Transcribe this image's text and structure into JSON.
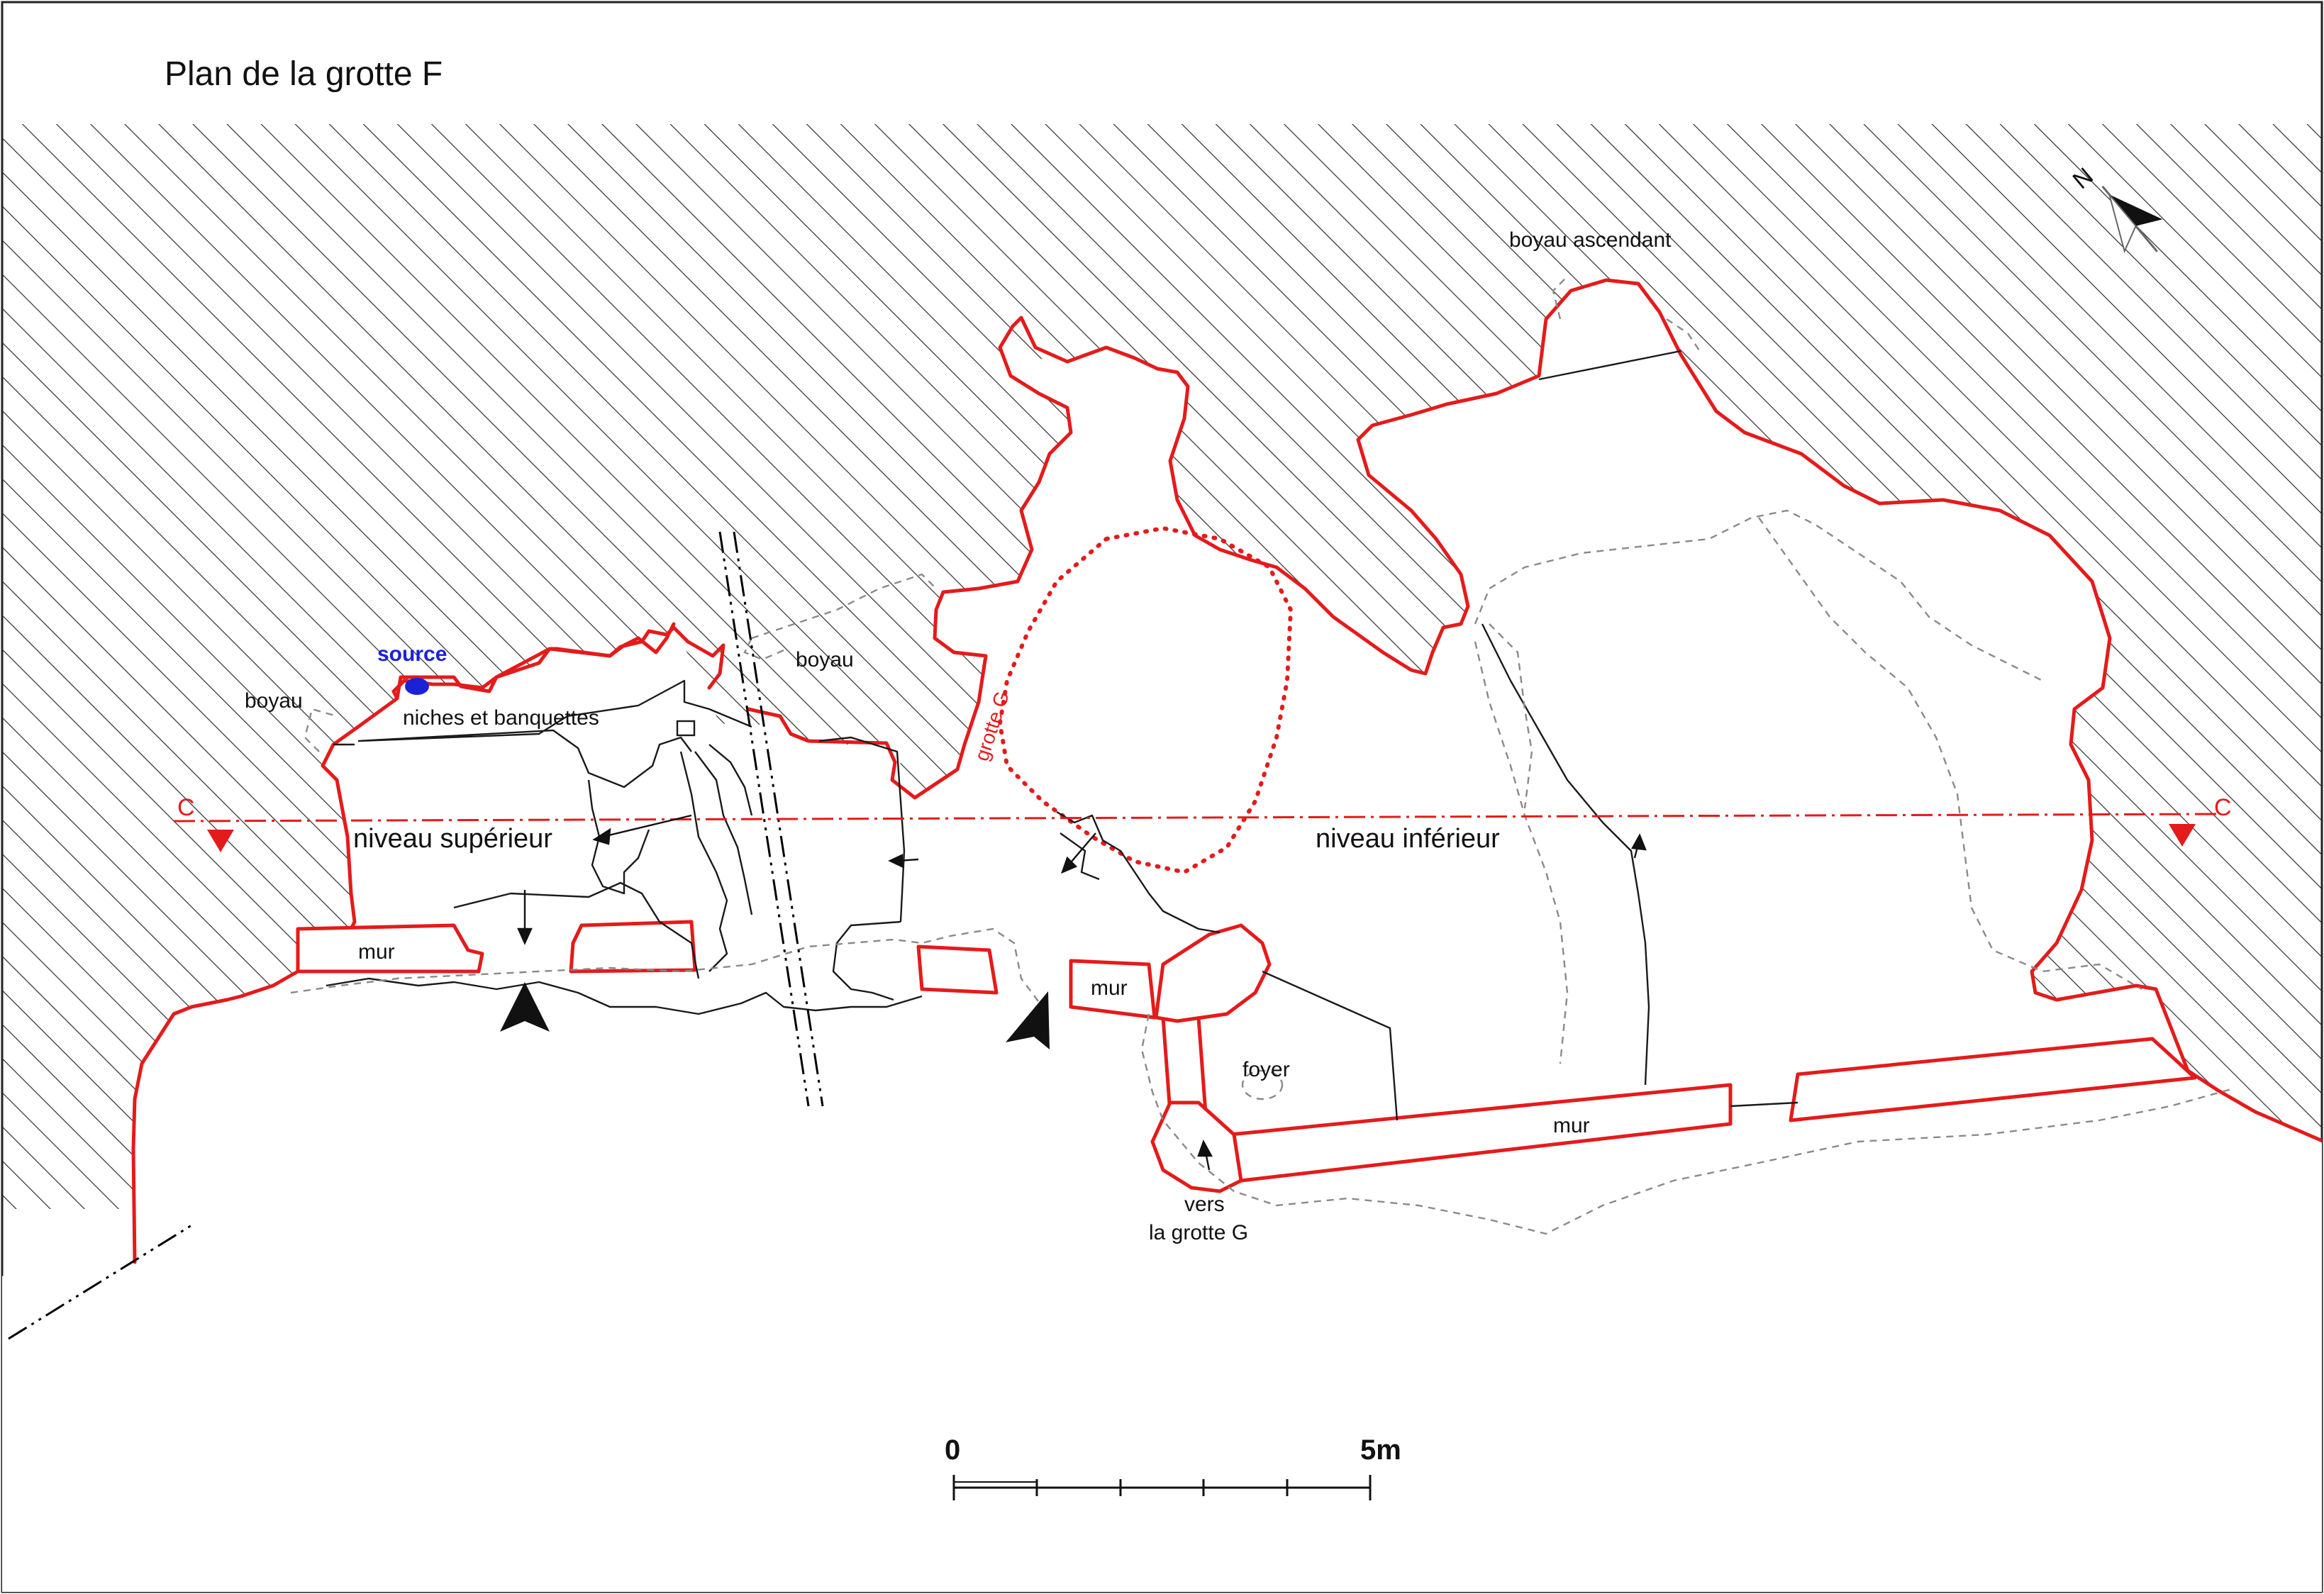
{
  "title": "Plan de la grotte F",
  "labels": {
    "source": "source",
    "boyau_left": "boyau",
    "boyau_center": "boyau",
    "boyau_ascendant": "boyau ascendant",
    "niches": "niches et banquettes",
    "niveau_superieur": "niveau supérieur",
    "niveau_inferieur": "niveau inférieur",
    "grotte_g": "grotte G",
    "mur_left": "mur",
    "mur_center": "mur",
    "mur_right": "mur",
    "foyer": "foyer",
    "vers_line1": "vers",
    "vers_line2": "la grotte G",
    "section_left": "C",
    "section_right": "C",
    "north": "N"
  },
  "scale": {
    "start_label": "0",
    "end_label": "5m"
  },
  "colors": {
    "wall_outline": "#e41b1b",
    "source_marker": "#1a22d6",
    "hatch": "#2b2b2b",
    "detail_lines": "#1a1a1a",
    "dashed_contours": "#8a8a8a"
  },
  "icons": {
    "north_arrow": "north-arrow-icon",
    "entrance_markers": "entrance-arrow-icon",
    "section_markers": "section-triangle-icon"
  }
}
